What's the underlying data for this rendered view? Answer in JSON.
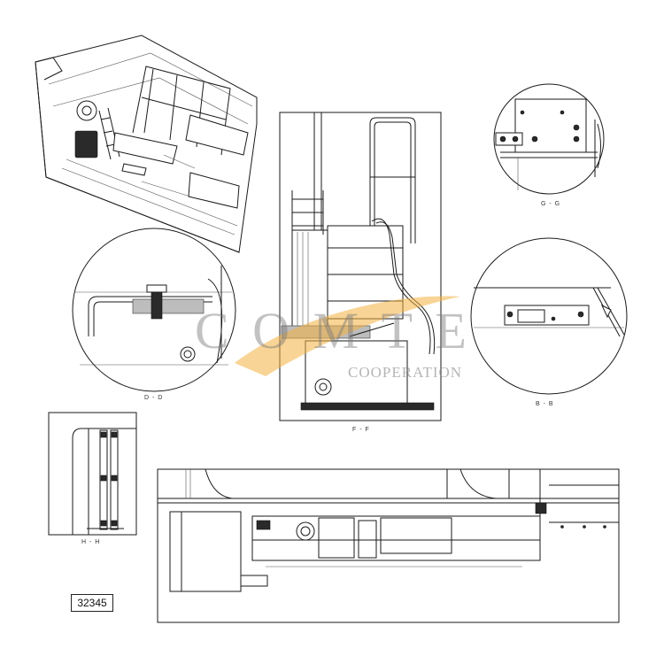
{
  "views": {
    "dd": "D - D",
    "ff": "F - F",
    "gg": "G - G",
    "bb": "B - B",
    "hh": "H - H"
  },
  "part_number": "32345",
  "watermark": {
    "main": "C O M T E",
    "sub": "COOPERATION",
    "accent_color": "#f2b040"
  }
}
